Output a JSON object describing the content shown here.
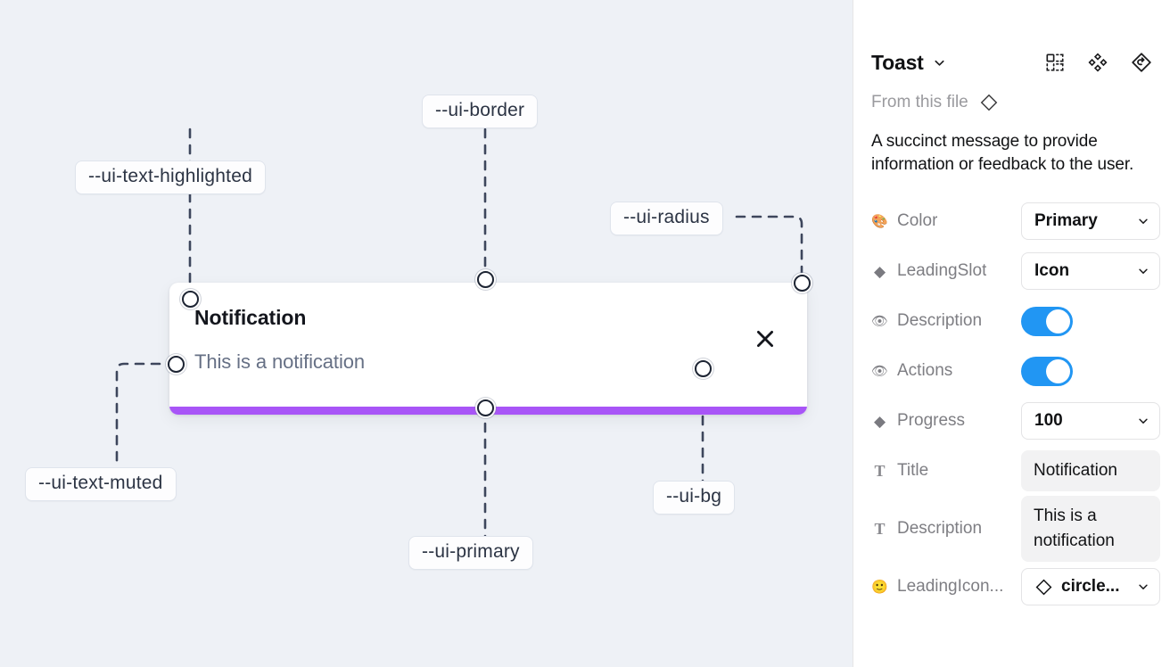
{
  "canvas": {
    "background_color": "#eef1f6",
    "toast": {
      "title": "Notification",
      "description": "This is a notification",
      "close_icon": "close-icon",
      "progress_color": "#a855f7",
      "progress_percent": 100,
      "background_color": "#ffffff"
    },
    "spec_labels": [
      {
        "id": "border",
        "text": "--ui-border"
      },
      {
        "id": "text-highlighted",
        "text": "--ui-text-highlighted"
      },
      {
        "id": "radius",
        "text": "--ui-radius"
      },
      {
        "id": "text-muted",
        "text": "--ui-text-muted"
      },
      {
        "id": "bg",
        "text": "--ui-bg"
      },
      {
        "id": "primary",
        "text": "--ui-primary"
      }
    ]
  },
  "panel": {
    "title": "Toast",
    "title_caret_icon": "chevron-down-icon",
    "header_icons": [
      {
        "id": "component-set-icon",
        "name": "component-set-icon"
      },
      {
        "id": "variants-icon",
        "name": "variants-icon"
      },
      {
        "id": "reset-instance-icon",
        "name": "reset-instance-icon"
      }
    ],
    "from_file_label": "From this file",
    "from_file_icon": "diamond-component-icon",
    "description": "A succinct message to provide information or feedback to the user.",
    "properties": [
      {
        "id": "color",
        "icon": "🎨",
        "icon_name": "palette-emoji",
        "label": "Color",
        "type": "select",
        "value": "Primary"
      },
      {
        "id": "leadingslot",
        "icon": "◆",
        "icon_name": "diamond-icon",
        "label": "LeadingSlot",
        "type": "select",
        "value": "Icon"
      },
      {
        "id": "description",
        "icon": "👁",
        "icon_name": "eye-emoji",
        "label": "Description",
        "type": "toggle",
        "value": "on"
      },
      {
        "id": "actions",
        "icon": "👁",
        "icon_name": "eye-emoji",
        "label": "Actions",
        "type": "toggle",
        "value": "on"
      },
      {
        "id": "progress",
        "icon": "◆",
        "icon_name": "diamond-icon",
        "label": "Progress",
        "type": "select",
        "value": "100"
      },
      {
        "id": "title",
        "icon": "T",
        "icon_name": "text-icon",
        "label": "Title",
        "type": "text",
        "value": "Notification"
      },
      {
        "id": "description-text",
        "icon": "T",
        "icon_name": "text-icon",
        "label": "Description",
        "type": "text",
        "value": "This is a notification"
      },
      {
        "id": "leadingicon",
        "icon": "🙂",
        "icon_name": "smiley-emoji",
        "label": "LeadingIcon...",
        "type": "icon-select",
        "value": "circle..."
      }
    ],
    "toggle_on_color": "#2196f3"
  }
}
